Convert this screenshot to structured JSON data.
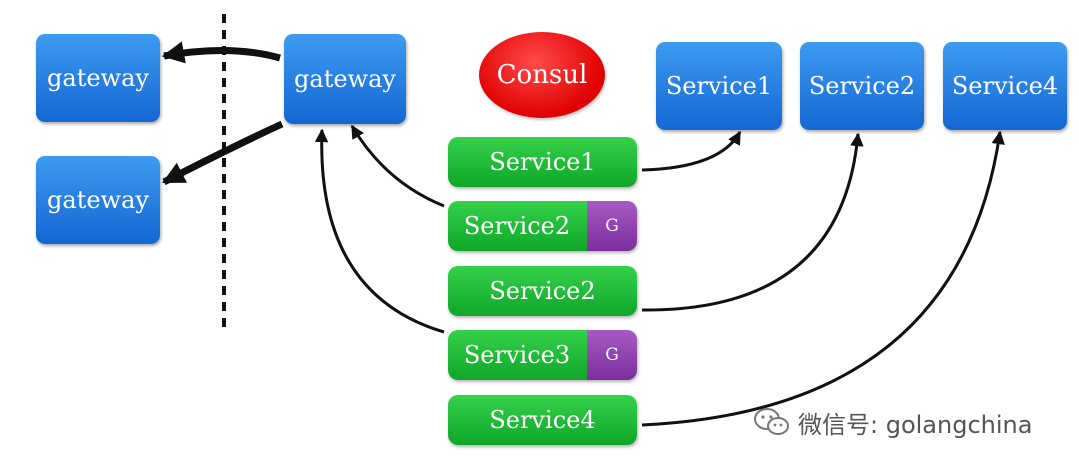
{
  "nodes": {
    "gateway_left_top": "gateway",
    "gateway_left_bottom": "gateway",
    "gateway_main": "gateway",
    "consul": "Consul",
    "service1_right": "Service1",
    "service2_right": "Service2",
    "service4_right": "Service4"
  },
  "registry": [
    {
      "label": "Service1",
      "tag": ""
    },
    {
      "label": "Service2",
      "tag": "G"
    },
    {
      "label": "Service2",
      "tag": ""
    },
    {
      "label": "Service3",
      "tag": "G"
    },
    {
      "label": "Service4",
      "tag": ""
    }
  ],
  "watermark": {
    "text": "微信号: golangchina",
    "icon": "wechat-icon"
  },
  "colors": {
    "service_blue": "#1a73dd",
    "registry_green": "#1fb83a",
    "gateway_tag_purple": "#8e3fb0",
    "consul_red": "#f00000",
    "arrow": "#111111"
  }
}
